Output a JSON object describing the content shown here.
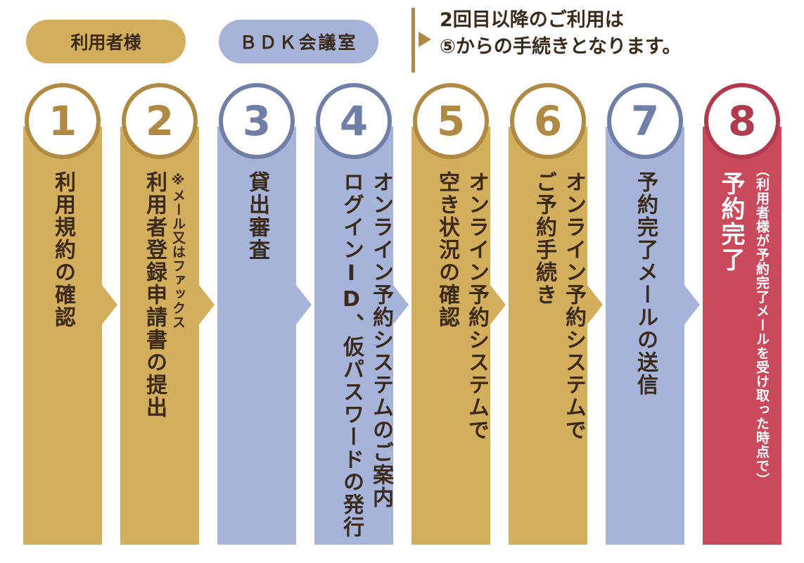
{
  "header": {
    "user_label": "利用者様",
    "bdk_label": "ＢＤＫ会議室",
    "note_line1": "2回目以降のご利用は",
    "note_line2": "⑤からの手続きとなります。"
  },
  "steps": [
    {
      "number": "1",
      "line1": "利用規約の確認"
    },
    {
      "number": "2",
      "note": "※メール又はファックス",
      "line1": "利用者登録申請書の提出"
    },
    {
      "number": "3",
      "line1": "貸出審査"
    },
    {
      "number": "4",
      "line1": "オンライン予約システムのご案内",
      "line2": "ログインID、仮パスワードの発行"
    },
    {
      "number": "5",
      "line1": "オンライン予約システムで",
      "line2": "空き状況の確認"
    },
    {
      "number": "6",
      "line1": "オンライン予約システムで",
      "line2": "ご予約手続き"
    },
    {
      "number": "7",
      "line1": "予約完了メールの送信"
    },
    {
      "number": "8",
      "line1": "予約完了",
      "note": "（利用者様が予約完了メールを受け取った時点で）"
    }
  ],
  "colors": {
    "gold": "#d2ae5d",
    "gold_dark": "#b08a42",
    "blue": "#a5b4d8",
    "blue_dark": "#6f7fa8",
    "red": "#c94a5b",
    "red_dark": "#b03b4c",
    "text": "#3b2a1a"
  }
}
